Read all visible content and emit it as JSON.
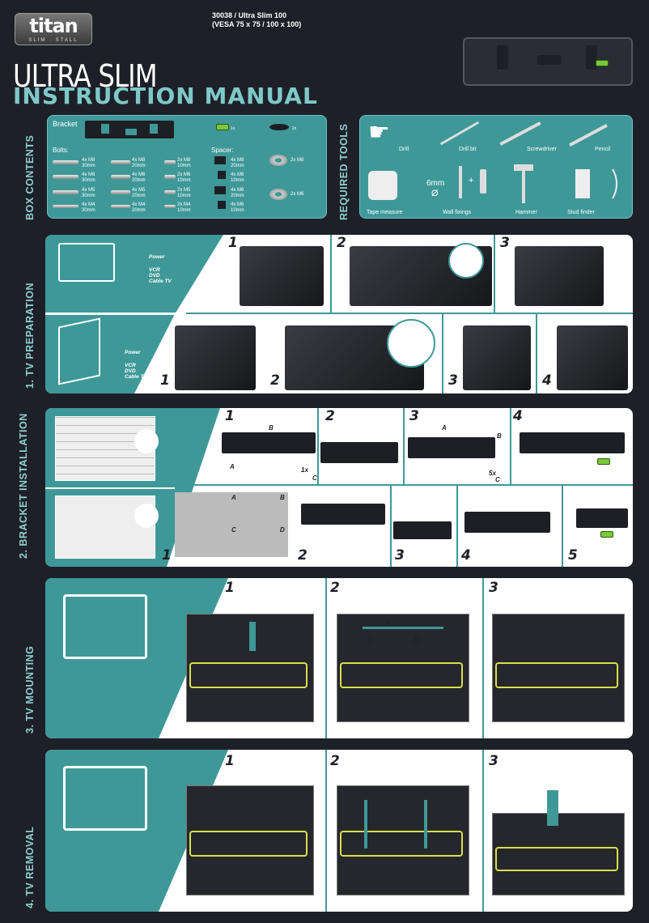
{
  "header": {
    "logo_text": "titan",
    "logo_sub": "SLIM · STALL",
    "model_line1": "30038 / Ultra Slim 100",
    "model_line2": "(VESA 75 x 75 / 100 x 100)",
    "title_line1": "ULTRA SLIM",
    "title_line2": "INSTRUCTION MANUAL"
  },
  "box_contents": {
    "section_label": "BOX CONTENTS",
    "bracket_label": "Bracket",
    "bolts_label": "Bolts:",
    "spacer_label": "Spacer:",
    "level_qty": "1x",
    "pad_qty": "2x",
    "bolts": [
      {
        "qty": "4x M8",
        "len": "30mm"
      },
      {
        "qty": "4x M8",
        "len": "20mm"
      },
      {
        "qty": "2x M8",
        "len": "10mm"
      },
      {
        "qty": "4x M6",
        "len": "30mm"
      },
      {
        "qty": "4x M6",
        "len": "20mm"
      },
      {
        "qty": "2x M6",
        "len": "10mm"
      },
      {
        "qty": "4x M5",
        "len": "30mm"
      },
      {
        "qty": "4x M5",
        "len": "20mm"
      },
      {
        "qty": "2x M5",
        "len": "10mm"
      },
      {
        "qty": "4x M4",
        "len": "30mm"
      },
      {
        "qty": "4x M4",
        "len": "20mm"
      },
      {
        "qty": "2x M4",
        "len": "10mm"
      }
    ],
    "spacers": [
      {
        "qty": "4x M8",
        "len": "20mm"
      },
      {
        "qty": "4x M8",
        "len": "10mm"
      },
      {
        "qty": "4x M6",
        "len": "20mm"
      },
      {
        "qty": "4x M6",
        "len": "10mm"
      }
    ],
    "washers": [
      "2x M8",
      "2x M6"
    ]
  },
  "required_tools": {
    "section_label": "REQUIRED TOOLS",
    "tools": [
      "Drill",
      "Drill bit",
      "Screwdriver",
      "Pencil",
      "Tape measure",
      "Wall fixings",
      "Hammer",
      "Stud finder"
    ],
    "fixing_size": "6mm",
    "fixing_symbol": "Ø",
    "plus": "+"
  },
  "tv_prep": {
    "section_label": "1. TV PREPARATION",
    "inputs": [
      "Power",
      "VCR",
      "DVD",
      "Cable TV"
    ],
    "top_steps": [
      "1",
      "2",
      "3"
    ],
    "bottom_steps": [
      "1",
      "2",
      "3",
      "4"
    ]
  },
  "bracket_install": {
    "section_label": "2. BRACKET INSTALLATION",
    "top_steps": [
      "1",
      "2",
      "3",
      "4"
    ],
    "bottom_steps": [
      "1",
      "2",
      "3",
      "4",
      "5"
    ],
    "letters": {
      "a": "A",
      "b": "B",
      "c": "C",
      "d": "D"
    },
    "qty_1x": "1x",
    "qty_5x": "5x"
  },
  "tv_mounting": {
    "section_label": "3. TV MOUNTING",
    "steps": [
      "1",
      "2",
      "3"
    ]
  },
  "tv_removal": {
    "section_label": "4. TV REMOVAL",
    "steps": [
      "1",
      "2",
      "3"
    ]
  }
}
